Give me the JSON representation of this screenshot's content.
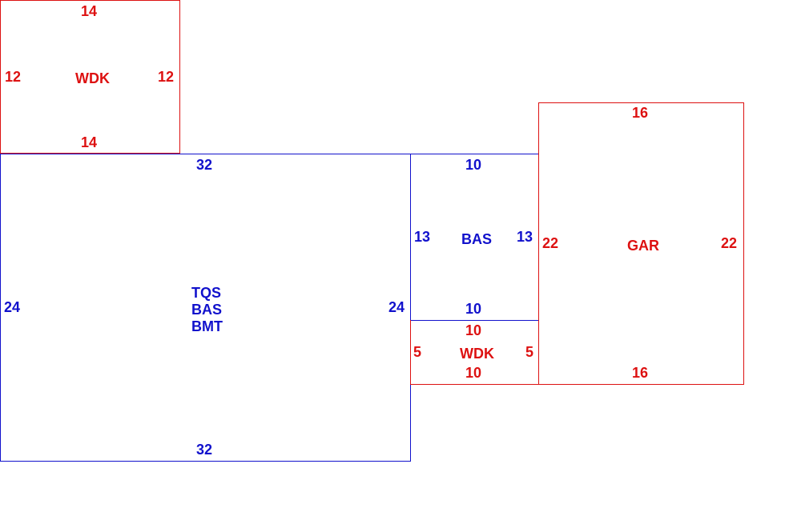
{
  "colors": {
    "red": "#dd1111",
    "blue": "#1111cc"
  },
  "rooms": {
    "wdk_top": {
      "code": "WDK",
      "top": "14",
      "bottom": "14",
      "left": "12",
      "right": "12"
    },
    "main": {
      "codes": [
        "TQS",
        "BAS",
        "BMT"
      ],
      "top": "32",
      "bottom": "32",
      "left": "24",
      "right": "24"
    },
    "bas": {
      "code": "BAS",
      "top": "10",
      "bottom": "10",
      "left": "13",
      "right": "13"
    },
    "wdk_bottom": {
      "code": "WDK",
      "top": "10",
      "bottom": "10",
      "left": "5",
      "right": "5"
    },
    "gar": {
      "code": "GAR",
      "top": "16",
      "bottom": "16",
      "left": "22",
      "right": "22"
    }
  }
}
